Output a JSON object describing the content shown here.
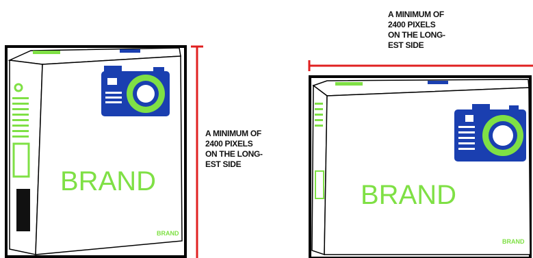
{
  "title": "",
  "colors": {
    "accent_green": "#7fe045",
    "camera_blue": "#1a3fb0",
    "measure_red": "#e02020",
    "outline": "#000000"
  },
  "portrait": {
    "brand_main": "BRAND",
    "brand_small": "BRAND",
    "caption": [
      "A MINIMUM OF",
      "2400 PIXELS",
      "ON THE LONG-",
      "EST SIDE"
    ],
    "icon": "camera-icon"
  },
  "landscape": {
    "brand_main": "BRAND",
    "brand_small": "BRAND",
    "caption": [
      "A MINIMUM OF",
      "2400 PIXELS",
      "ON THE LONG-",
      "EST SIDE"
    ],
    "icon": "camera-icon"
  }
}
